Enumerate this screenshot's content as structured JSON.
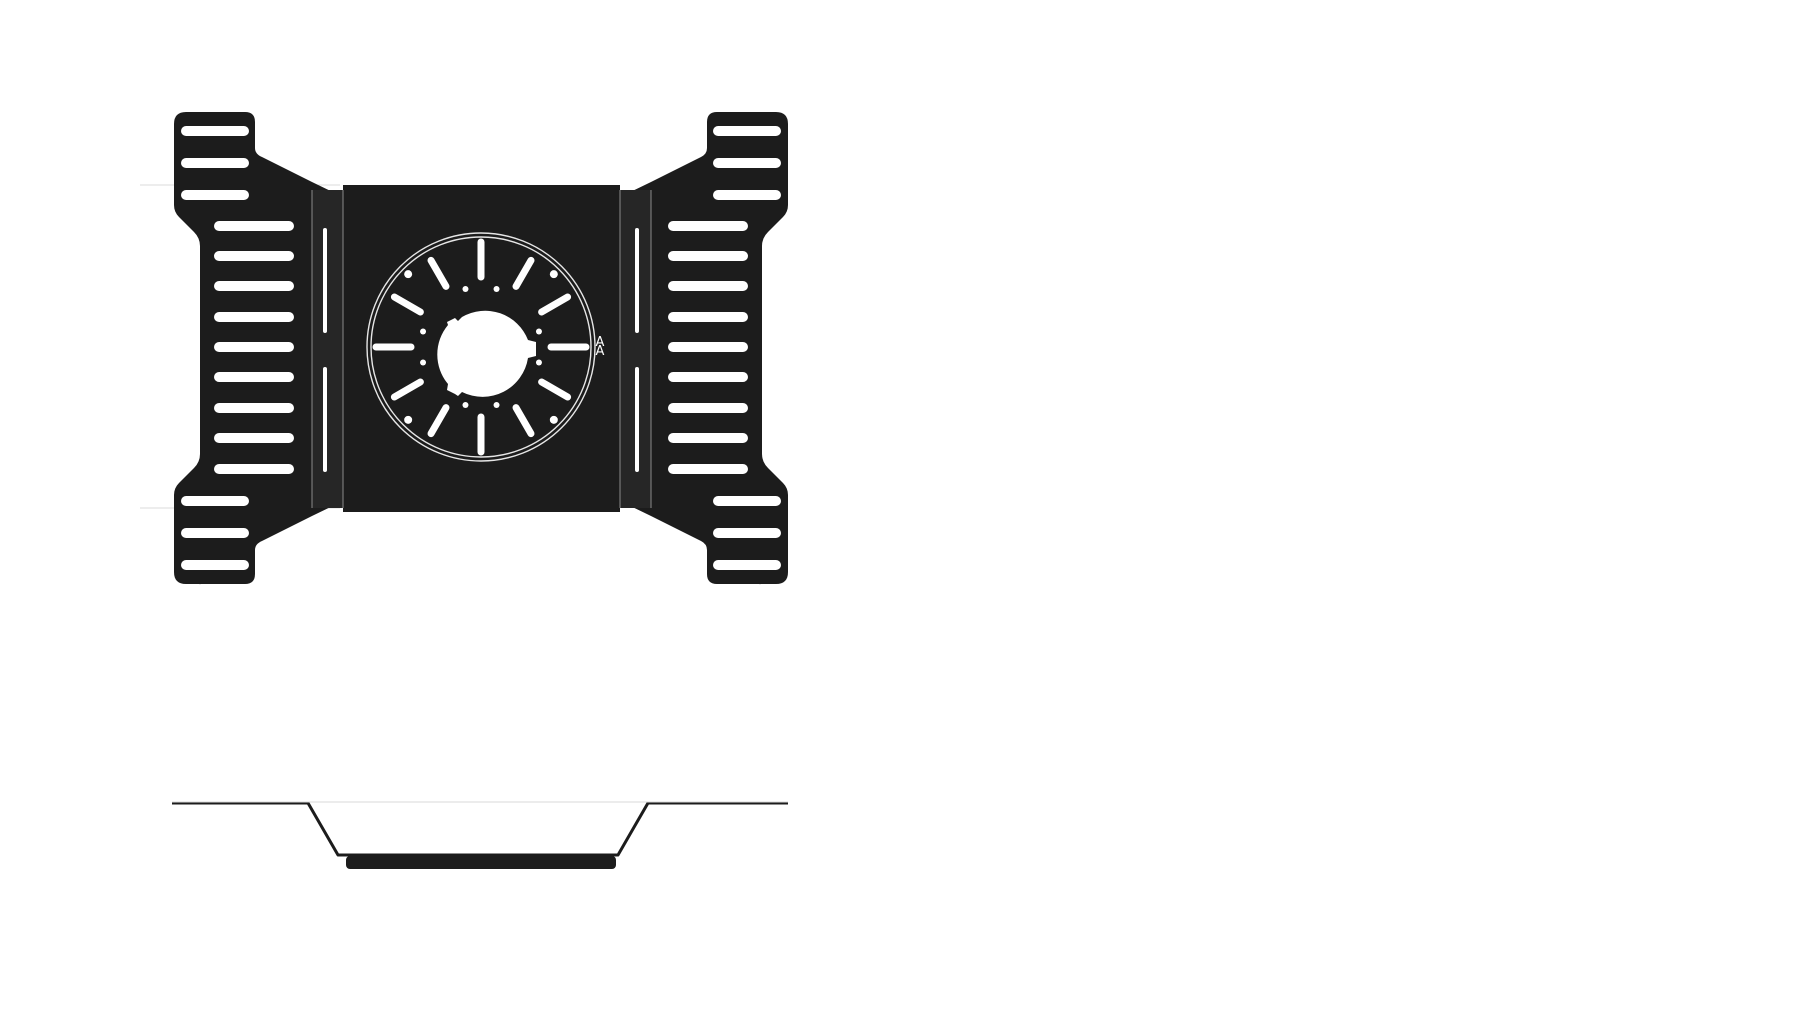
{
  "drawing": {
    "views": [
      "top-view",
      "side-profile"
    ],
    "plate_color": "#1c1c1c",
    "background_color": "#ffffff",
    "slot_color": "#ffffff",
    "center_mark": "A"
  }
}
